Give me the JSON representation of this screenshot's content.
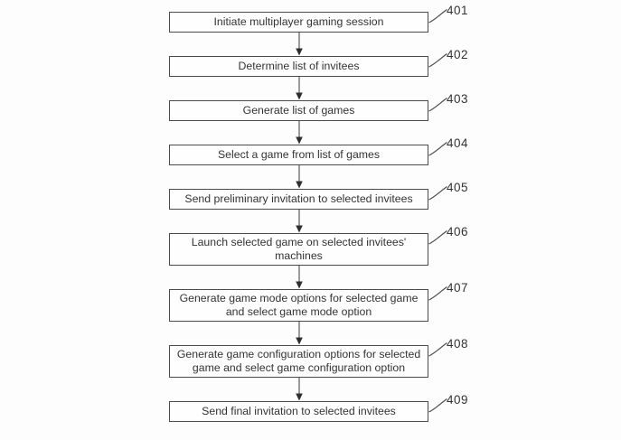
{
  "flowchart": {
    "background_color": "#fdfdfd",
    "line_color": "#4b4b4b",
    "arrowhead_color": "#2e2e2e",
    "text_color": "#333333",
    "chart_data": {
      "type": "flowchart",
      "direction": "top-to-bottom",
      "steps": [
        {
          "ref": "401",
          "label": "Initiate multiplayer gaming session"
        },
        {
          "ref": "402",
          "label": "Determine list of invitees"
        },
        {
          "ref": "403",
          "label": "Generate list of games"
        },
        {
          "ref": "404",
          "label": "Select a game from list of games"
        },
        {
          "ref": "405",
          "label": "Send preliminary invitation to selected invitees"
        },
        {
          "ref": "406",
          "label": "Launch selected game on selected invitees' machines"
        },
        {
          "ref": "407",
          "label": "Generate game mode options for selected game and select game mode option"
        },
        {
          "ref": "408",
          "label": "Generate game configuration options for selected game and select game configuration option"
        },
        {
          "ref": "409",
          "label": "Send final invitation to selected invitees"
        }
      ]
    }
  }
}
